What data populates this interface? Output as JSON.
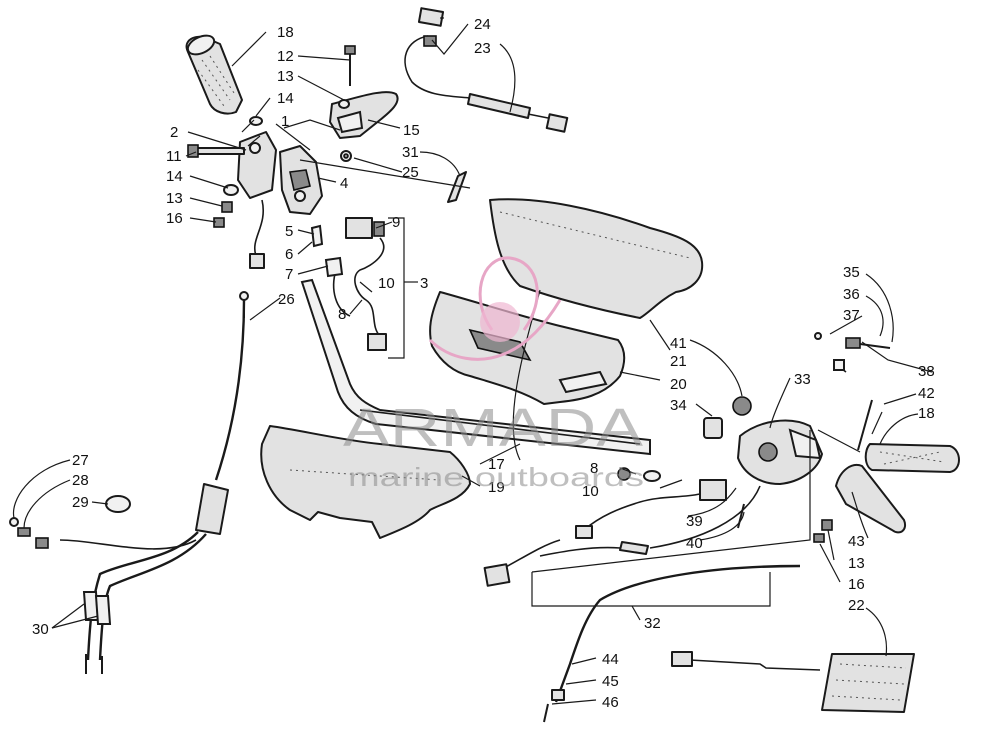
{
  "watermark": {
    "brand": "ARMADA",
    "tagline": "marine outboards"
  },
  "callouts": {
    "c1": "1",
    "c2": "2",
    "c3": "3",
    "c4": "4",
    "c5": "5",
    "c6": "6",
    "c7": "7",
    "c8a": "8",
    "c8b": "8",
    "c9": "9",
    "c10a": "10",
    "c10b": "10",
    "c11": "11",
    "c12": "12",
    "c13a": "13",
    "c13b": "13",
    "c13c": "13",
    "c14a": "14",
    "c14b": "14",
    "c15": "15",
    "c16a": "16",
    "c16b": "16",
    "c17": "17",
    "c18a": "18",
    "c18b": "18",
    "c19": "19",
    "c20": "20",
    "c21": "21",
    "c22": "22",
    "c23": "23",
    "c24": "24",
    "c25": "25",
    "c26": "26",
    "c27": "27",
    "c28": "28",
    "c29": "29",
    "c30": "30",
    "c31": "31",
    "c32": "32",
    "c33": "33",
    "c34": "34",
    "c35": "35",
    "c36": "36",
    "c37": "37",
    "c38": "38",
    "c39": "39",
    "c40": "40",
    "c41": "41",
    "c42": "42",
    "c43": "43",
    "c44": "44",
    "c45": "45",
    "c46": "46"
  }
}
